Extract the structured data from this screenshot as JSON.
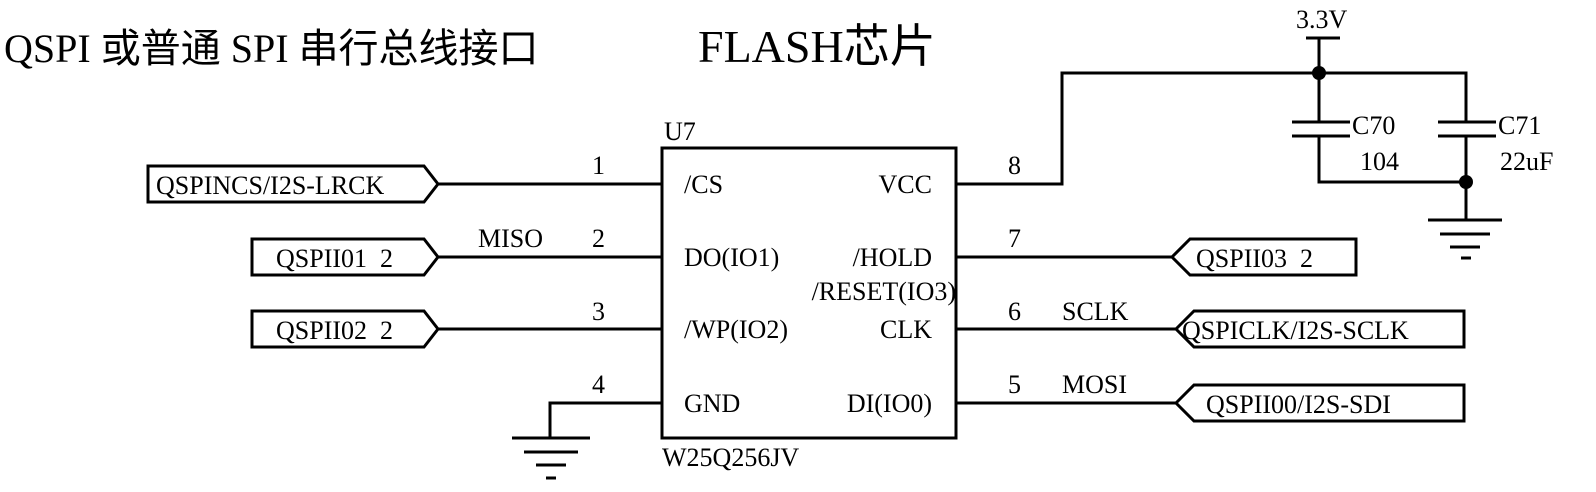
{
  "titles": {
    "interface": "QSPI 或普通 SPI 串行总线接口",
    "chip": "FLASH芯片"
  },
  "chip": {
    "ref": "U7",
    "part": "W25Q256JV",
    "pins": [
      {
        "num": "1",
        "name": "/CS",
        "side": "left",
        "net": "QSPINCS/I2S-LRCK",
        "signal": ""
      },
      {
        "num": "2",
        "name": "DO(IO1)",
        "side": "left",
        "net": "QSPII01  2",
        "signal": "MISO"
      },
      {
        "num": "3",
        "name": "/WP(IO2)",
        "side": "left",
        "net": "QSPII02  2",
        "signal": ""
      },
      {
        "num": "4",
        "name": "GND",
        "side": "left",
        "net": "",
        "signal": ""
      },
      {
        "num": "8",
        "name": "VCC",
        "side": "right",
        "net": "",
        "signal": ""
      },
      {
        "num": "7",
        "name": "/HOLD",
        "name2": "/RESET(IO3)",
        "side": "right",
        "net": "QSPII03  2",
        "signal": ""
      },
      {
        "num": "6",
        "name": "CLK",
        "side": "right",
        "net": "QSPICLK/I2S-SCLK",
        "signal": "SCLK"
      },
      {
        "num": "5",
        "name": "DI(IO0)",
        "side": "right",
        "net": "QSPII00/I2S-SDI",
        "signal": "MOSI"
      }
    ]
  },
  "power": {
    "label": "3.3V"
  },
  "capacitors": [
    {
      "ref": "C70",
      "value": "104"
    },
    {
      "ref": "C71",
      "value": "22uF"
    }
  ]
}
